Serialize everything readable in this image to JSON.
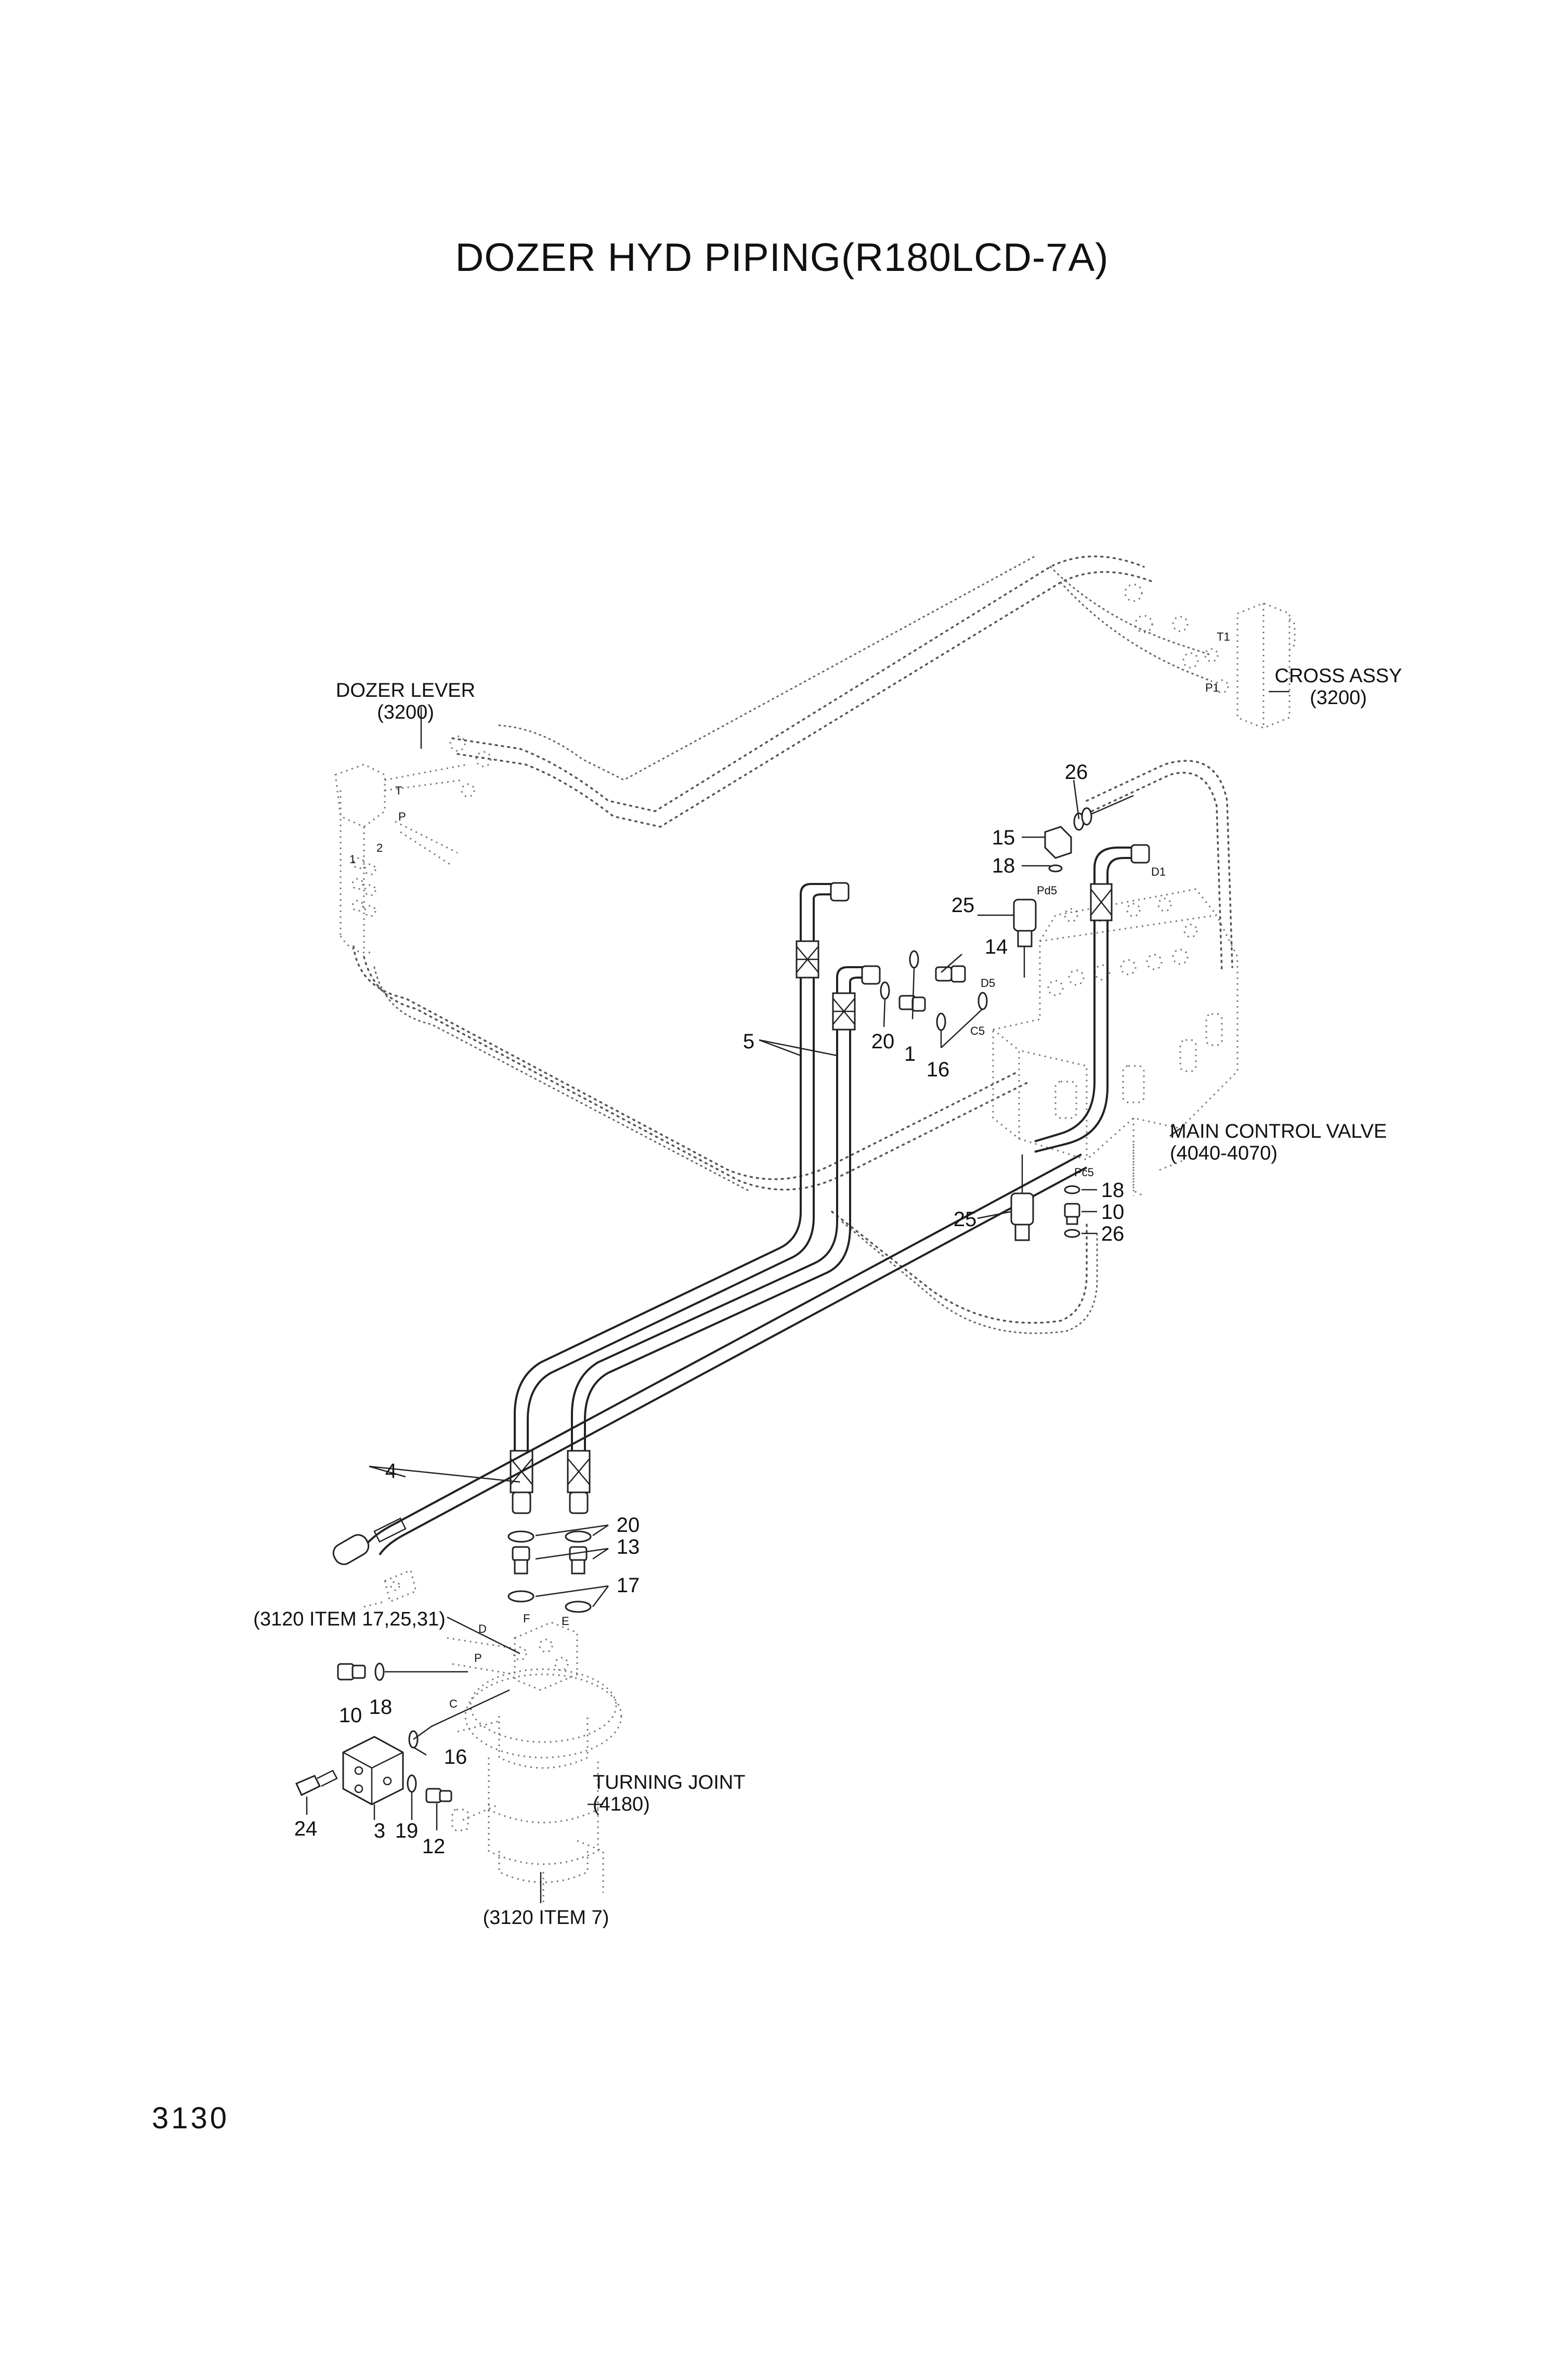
{
  "title": "DOZER HYD PIPING(R180LCD-7A)",
  "page_number": "3130",
  "assemblies": {
    "dozer_lever": {
      "name": "DOZER LEVER",
      "ref": "(3200)"
    },
    "cross_assy": {
      "name": "CROSS ASSY",
      "ref": "(3200)"
    },
    "main_control_valve": {
      "name": "MAIN CONTROL VALVE",
      "ref": "(4040-4070)"
    },
    "turning_joint": {
      "name": "TURNING JOINT",
      "ref": "(4180)"
    },
    "ref_3120_17": "(3120 ITEM 17,25,31)",
    "ref_3120_7": "(3120 ITEM 7)"
  },
  "port_labels": {
    "T": "T",
    "P": "P",
    "one": "1",
    "two": "2",
    "T1": "T1",
    "P1": "P1",
    "D1": "D1",
    "Pd5": "Pd5",
    "D5": "D5",
    "C5": "C5",
    "Pc5": "Pc5",
    "D": "D",
    "F": "F",
    "E": "E",
    "Pj": "P",
    "C": "C"
  },
  "callouts": {
    "n26_top": "26",
    "n15": "15",
    "n18_top": "18",
    "n25_top": "25",
    "n14": "14",
    "n20_valve": "20",
    "n1": "1",
    "n16_valve": "16",
    "n5": "5",
    "n18_right": "18",
    "n10_right": "10",
    "n26_right": "26",
    "n25_bottom": "25",
    "n4": "4",
    "n20_joint": "20",
    "n13": "13",
    "n17": "17",
    "n10_left": "10",
    "n18_left": "18",
    "n16_joint": "16",
    "n24": "24",
    "n3": "3",
    "n19": "19",
    "n12": "12"
  }
}
